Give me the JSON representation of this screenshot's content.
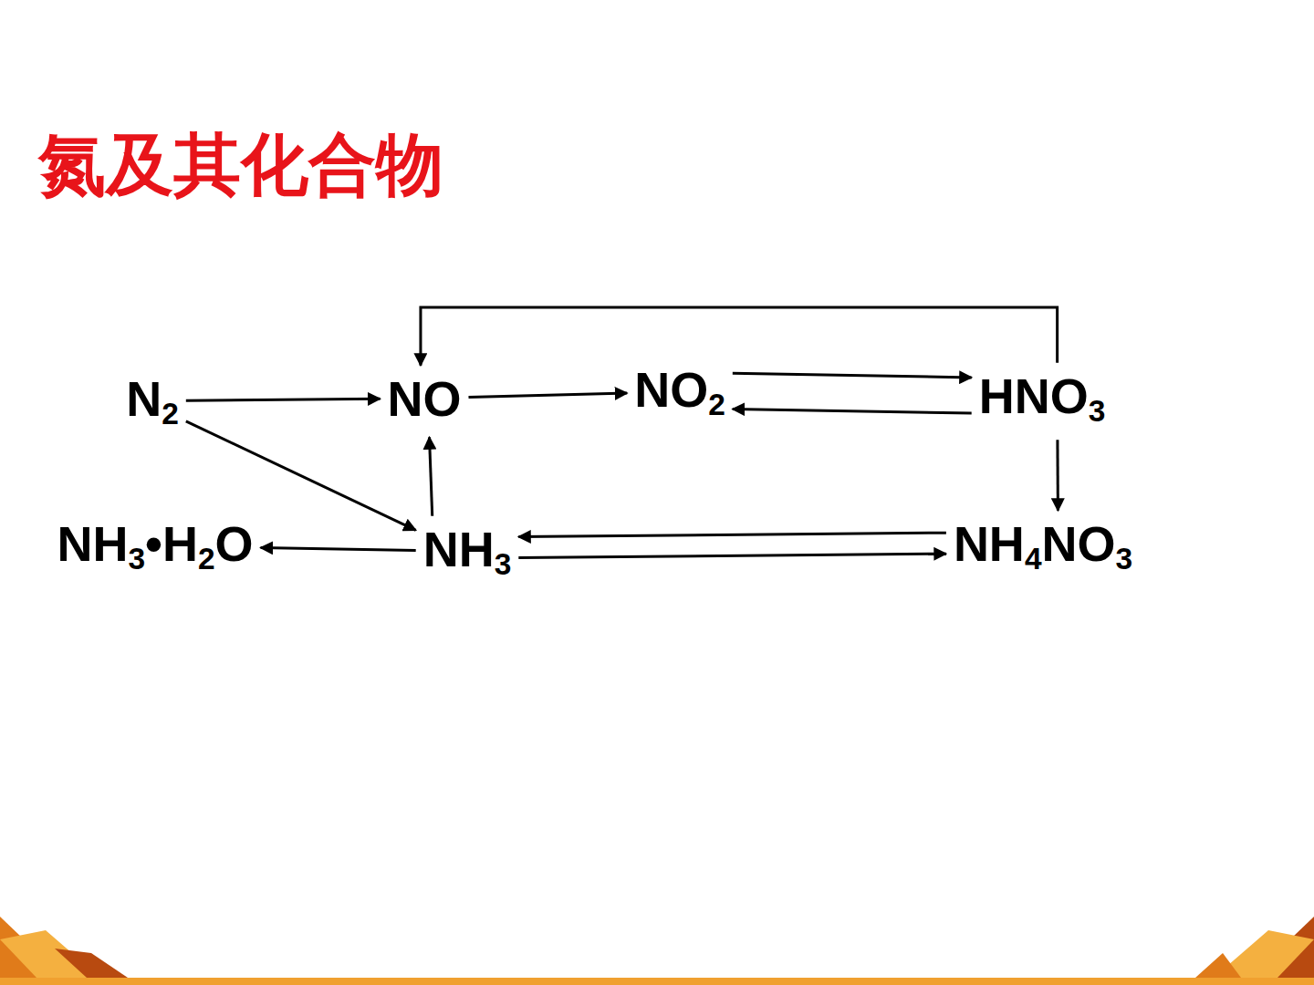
{
  "diagram": {
    "title": "氮及其化合物",
    "nodes": [
      {
        "text": [
          "N2"
        ]
      },
      {
        "text": [
          "NO"
        ]
      },
      {
        "text": [
          "NO2"
        ]
      },
      {
        "text": [
          "HNO3"
        ]
      },
      {
        "text": [
          "NH3•H2O"
        ]
      },
      {
        "text": [
          "NH3"
        ]
      },
      {
        "text": [
          "NH4NO3"
        ]
      }
    ],
    "edges": [
      {
        "from": 0,
        "to": 1,
        "arrow": "to"
      },
      {
        "from": 0,
        "to": 5,
        "arrow": "to"
      },
      {
        "from": 5,
        "to": 1,
        "arrow": "to"
      },
      {
        "from": 1,
        "to": 2,
        "arrow": "to"
      },
      {
        "from": 2,
        "to": 3,
        "arrow": "to"
      },
      {
        "from": 3,
        "to": 2,
        "arrow": "to"
      },
      {
        "from": 3,
        "to": 1,
        "arrow": "to"
      },
      {
        "from": 3,
        "to": 6,
        "arrow": "to"
      },
      {
        "from": 5,
        "to": 4,
        "arrow": "to"
      },
      {
        "from": 6,
        "to": 5,
        "arrow": "to"
      },
      {
        "from": 5,
        "to": 6,
        "arrow": "to"
      }
    ]
  }
}
